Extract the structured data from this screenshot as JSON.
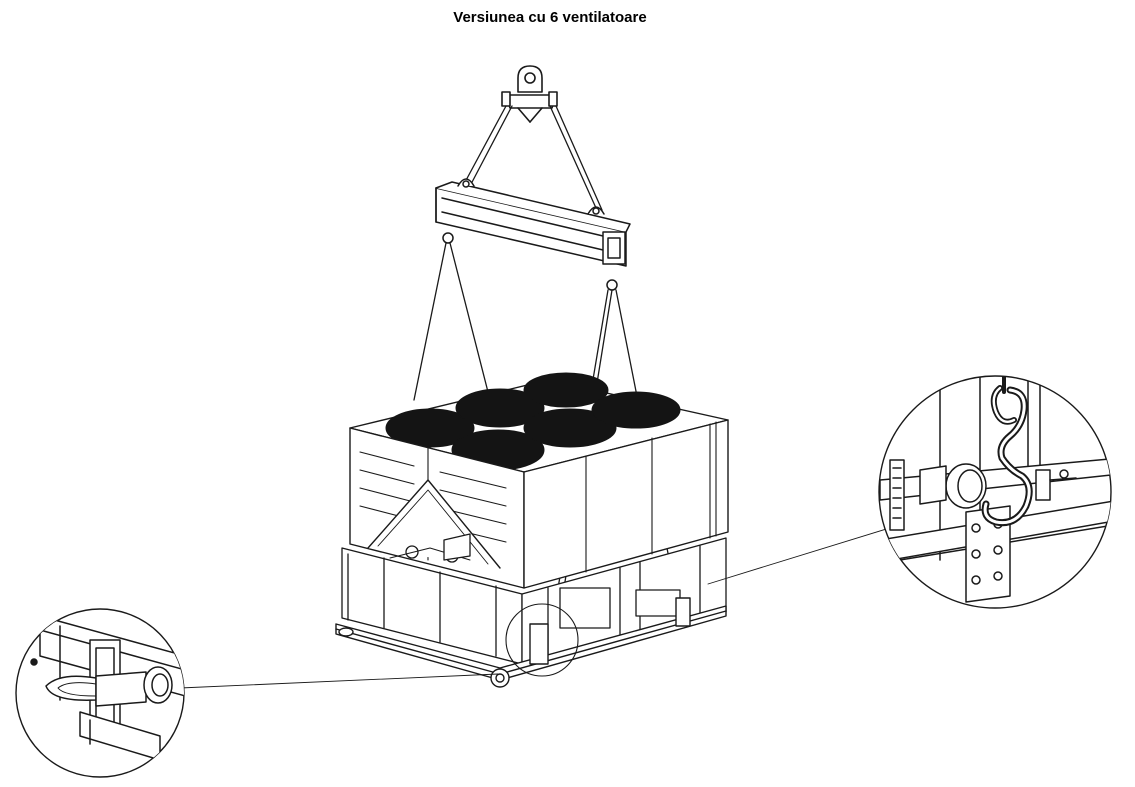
{
  "title": "Versiunea cu 6 ventilatoare",
  "colors": {
    "line": "#1a1a1a",
    "fan": "#141414",
    "background": "#ffffff"
  },
  "icons": {
    "left_detail": "shackle-on-base-frame",
    "right_detail": "lifting-hook-on-base-frame"
  }
}
